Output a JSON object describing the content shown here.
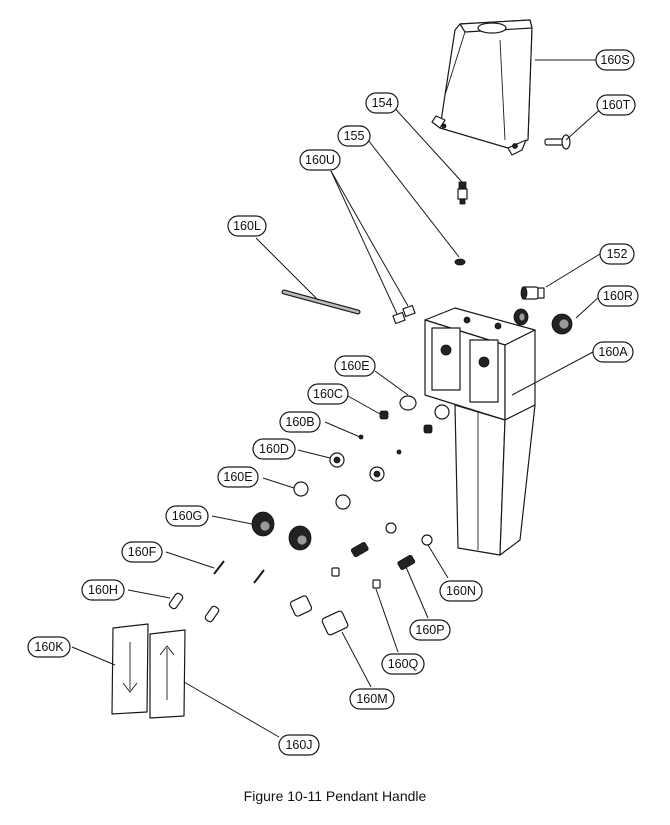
{
  "figure": {
    "caption": "Figure 10-11  Pendant Handle"
  },
  "callouts": [
    {
      "id": "160S",
      "label": "160S"
    },
    {
      "id": "160T",
      "label": "160T"
    },
    {
      "id": "154",
      "label": "154"
    },
    {
      "id": "155",
      "label": "155"
    },
    {
      "id": "160U",
      "label": "160U"
    },
    {
      "id": "160L",
      "label": "160L"
    },
    {
      "id": "152",
      "label": "152"
    },
    {
      "id": "160R",
      "label": "160R"
    },
    {
      "id": "160A",
      "label": "160A"
    },
    {
      "id": "160E-top",
      "label": "160E"
    },
    {
      "id": "160C",
      "label": "160C"
    },
    {
      "id": "160B",
      "label": "160B"
    },
    {
      "id": "160D",
      "label": "160D"
    },
    {
      "id": "160E-low",
      "label": "160E"
    },
    {
      "id": "160G",
      "label": "160G"
    },
    {
      "id": "160F",
      "label": "160F"
    },
    {
      "id": "160H",
      "label": "160H"
    },
    {
      "id": "160K",
      "label": "160K"
    },
    {
      "id": "160N",
      "label": "160N"
    },
    {
      "id": "160P",
      "label": "160P"
    },
    {
      "id": "160Q",
      "label": "160Q"
    },
    {
      "id": "160M",
      "label": "160M"
    },
    {
      "id": "160J",
      "label": "160J"
    }
  ]
}
